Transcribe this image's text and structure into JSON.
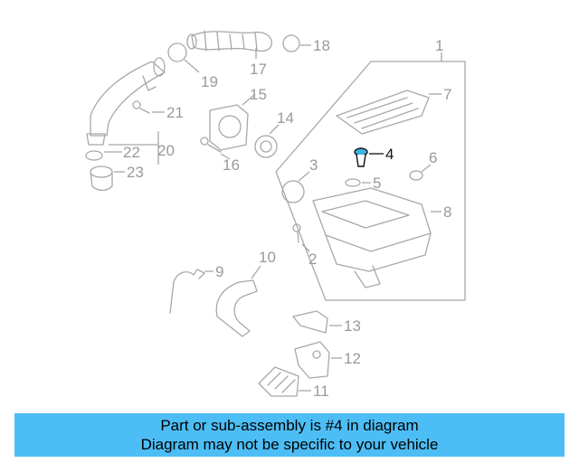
{
  "diagram": {
    "highlight": "4",
    "callouts": [
      "1",
      "2",
      "3",
      "4",
      "5",
      "6",
      "7",
      "8",
      "9",
      "10",
      "11",
      "12",
      "13",
      "14",
      "15",
      "16",
      "17",
      "18",
      "19",
      "20",
      "21",
      "22",
      "23"
    ]
  },
  "banner": {
    "line1": "Part or sub-assembly is #4 in diagram",
    "line2": "Diagram may not be specific to your vehicle",
    "color": "#4dbef5"
  },
  "colors": {
    "part_line": "#a8a8a8",
    "callout": "#9a9a9a",
    "highlight": "#111111"
  }
}
